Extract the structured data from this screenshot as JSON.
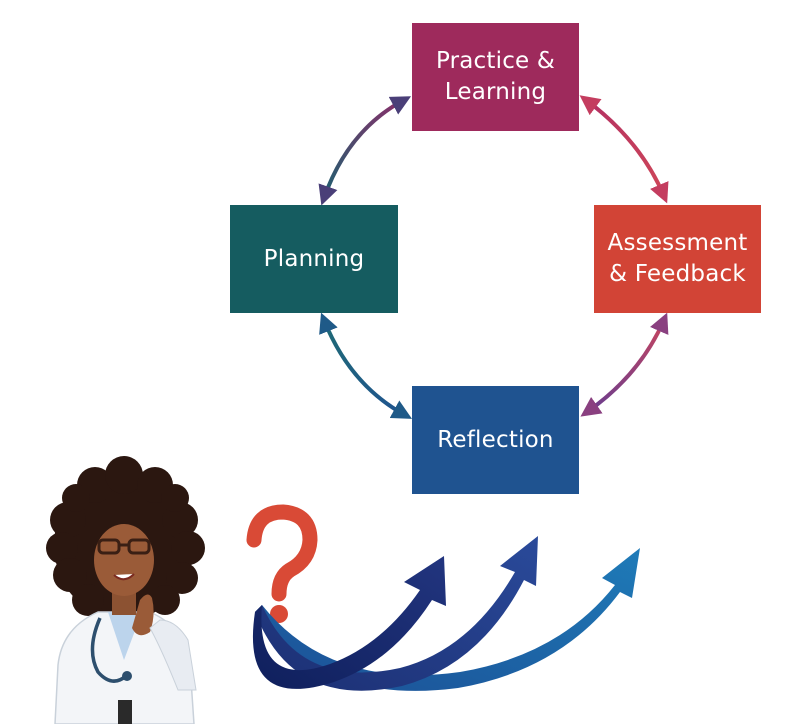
{
  "diagram": {
    "nodes": [
      {
        "id": "practice",
        "label": "Practice &\nLearning",
        "color": "#9e2a5c"
      },
      {
        "id": "planning",
        "label": "Planning",
        "color": "#155c60"
      },
      {
        "id": "assessment",
        "label": "Assessment\n& Feedback",
        "color": "#d24436"
      },
      {
        "id": "reflection",
        "label": "Reflection",
        "color": "#1f5390"
      }
    ],
    "edges": [
      {
        "from": "practice",
        "to": "assessment",
        "bidirectional": true,
        "colors": [
          "#b33063",
          "#cf4758"
        ]
      },
      {
        "from": "assessment",
        "to": "reflection",
        "bidirectional": true,
        "colors": [
          "#c8455e",
          "#6a3d8e"
        ]
      },
      {
        "from": "reflection",
        "to": "planning",
        "bidirectional": true,
        "colors": [
          "#1f5390",
          "#1f6a75"
        ]
      },
      {
        "from": "planning",
        "to": "practice",
        "bidirectional": true,
        "colors": [
          "#1f5f6f",
          "#8a2f6a"
        ]
      }
    ]
  },
  "illustration": {
    "question_mark_color": "#d94a36",
    "arrow_colors": [
      "#1c2f73",
      "#25418f",
      "#1f6fae"
    ],
    "person": "doctor-thinking"
  }
}
